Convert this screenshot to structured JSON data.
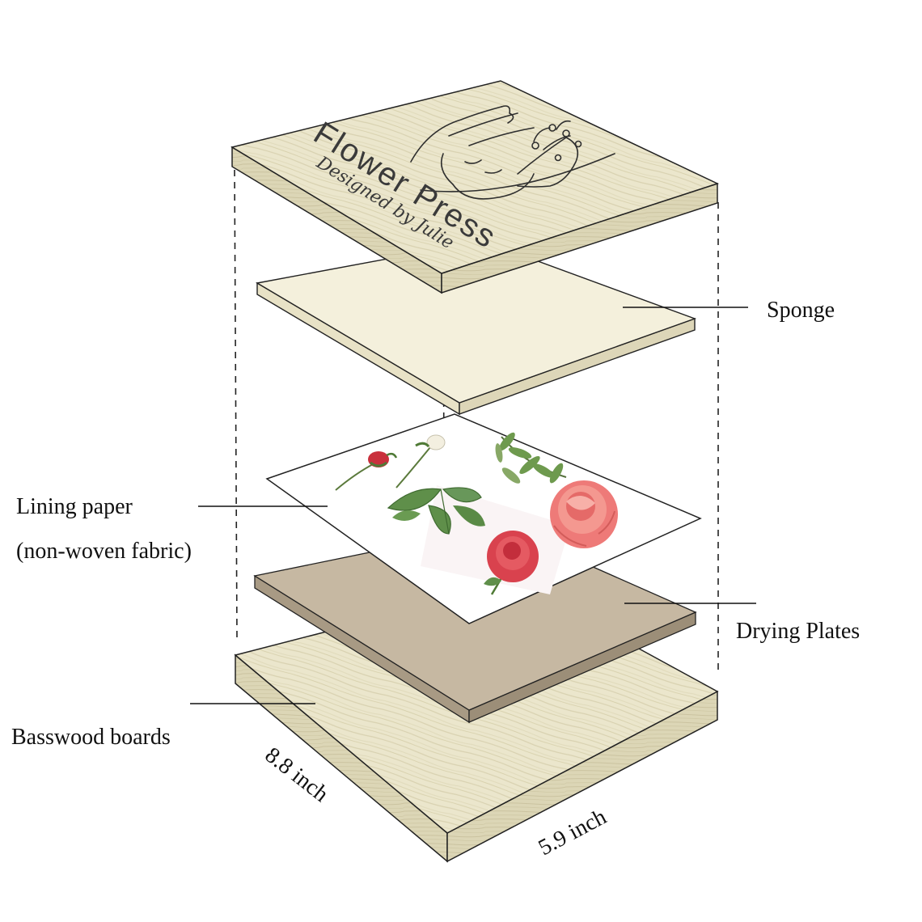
{
  "layers": [
    {
      "name": "Sponge"
    },
    {
      "name": "Lining paper",
      "note": "(non-woven fabric)"
    },
    {
      "name": "Drying Plates"
    },
    {
      "name": "Basswood boards"
    }
  ],
  "board_print": {
    "brand": "Flower Press",
    "signature": "Designed by Julie"
  },
  "dimensions": {
    "length": "8.8 inch",
    "width": "5.9 inch"
  },
  "colors": {
    "wood": "#ebe6cc",
    "wood_side": "#dcd6b6",
    "sponge": "#f4f0dc",
    "sponge_side": "#e8e2c6",
    "lining": "#ffffff",
    "drying_plate": "#c6b8a2",
    "drying_plate_side": "#a89a84",
    "rose_red": "#d9424e",
    "rose_pink": "#ee7a78",
    "leaf_green": "#5f8f4a"
  },
  "icons": [
    "rose-bud-icon",
    "white-bud-icon",
    "olive-branch-icon",
    "leaf-cluster-icon",
    "pink-rose-icon",
    "red-rose-icon",
    "hand-face-line-art-icon"
  ]
}
